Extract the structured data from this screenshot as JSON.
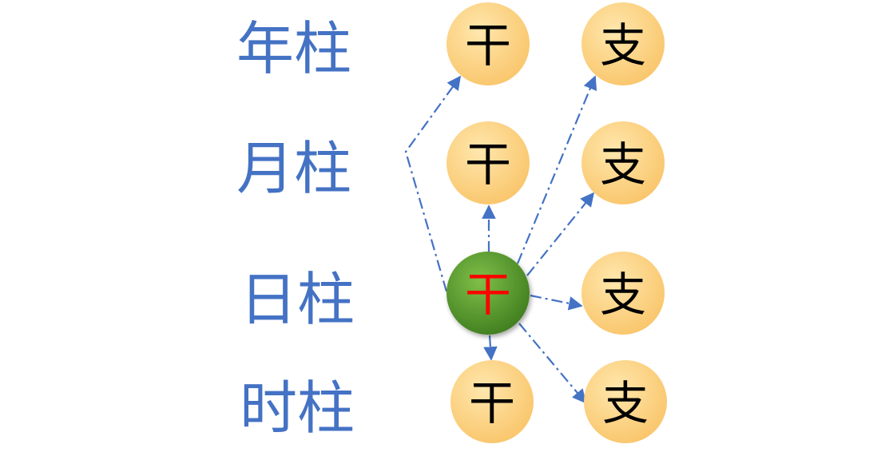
{
  "colors": {
    "label": "#4472c4",
    "node_fill": "#ffd98a",
    "node_fill_edge": "#f7b84a",
    "node_text": "#000000",
    "center_fill": "#6fae3e",
    "center_fill_edge": "#3f7d1f",
    "center_text": "#ff0000",
    "edge": "#4472c4"
  },
  "pillars": [
    {
      "id": "year",
      "label": "年柱",
      "stem": "干",
      "branch": "支"
    },
    {
      "id": "month",
      "label": "月柱",
      "stem": "干",
      "branch": "支"
    },
    {
      "id": "day",
      "label": "日柱",
      "stem": "干",
      "branch": "支"
    },
    {
      "id": "hour",
      "label": "时柱",
      "stem": "干",
      "branch": "支"
    }
  ],
  "center": {
    "pillar": "day",
    "node": "stem"
  },
  "edges": [
    {
      "from": "day-stem",
      "to": "year-stem"
    },
    {
      "from": "day-stem",
      "to": "year-branch"
    },
    {
      "from": "day-stem",
      "to": "month-stem"
    },
    {
      "from": "day-stem",
      "to": "month-branch"
    },
    {
      "from": "day-stem",
      "to": "day-branch"
    },
    {
      "from": "day-stem",
      "to": "hour-stem"
    },
    {
      "from": "day-stem",
      "to": "hour-branch"
    }
  ]
}
